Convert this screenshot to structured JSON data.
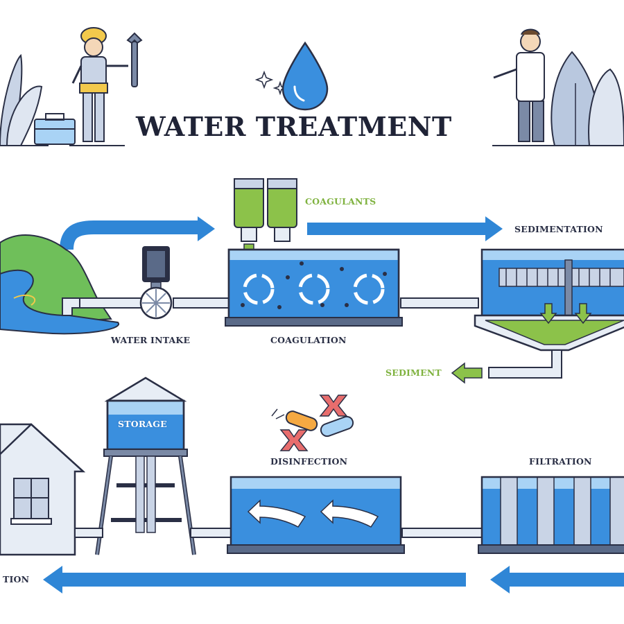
{
  "title": "WATER TREATMENT",
  "labels": {
    "coagulants": "COAGULANTS",
    "sedimentation": "SEDIMENTATION",
    "water_intake": "WATER INTAKE",
    "coagulation": "COAGULATION",
    "sediment": "SEDIMENT",
    "storage": "STORAGE",
    "disinfection": "DISINFECTION",
    "filtration": "FILTRATION",
    "distribution_partial": "TION"
  },
  "icons": [
    "water-drop-icon",
    "sparkle-icon",
    "wrench-icon",
    "toolbox-icon",
    "bacteria-icon",
    "cross-icon"
  ],
  "colors": {
    "water": "#3a8fde",
    "water_light": "#a9d3f5",
    "arrow": "#2f86d6",
    "coagulant_green": "#8cc24a",
    "outline": "#2a2f45",
    "hill": "#6fbf5a"
  }
}
